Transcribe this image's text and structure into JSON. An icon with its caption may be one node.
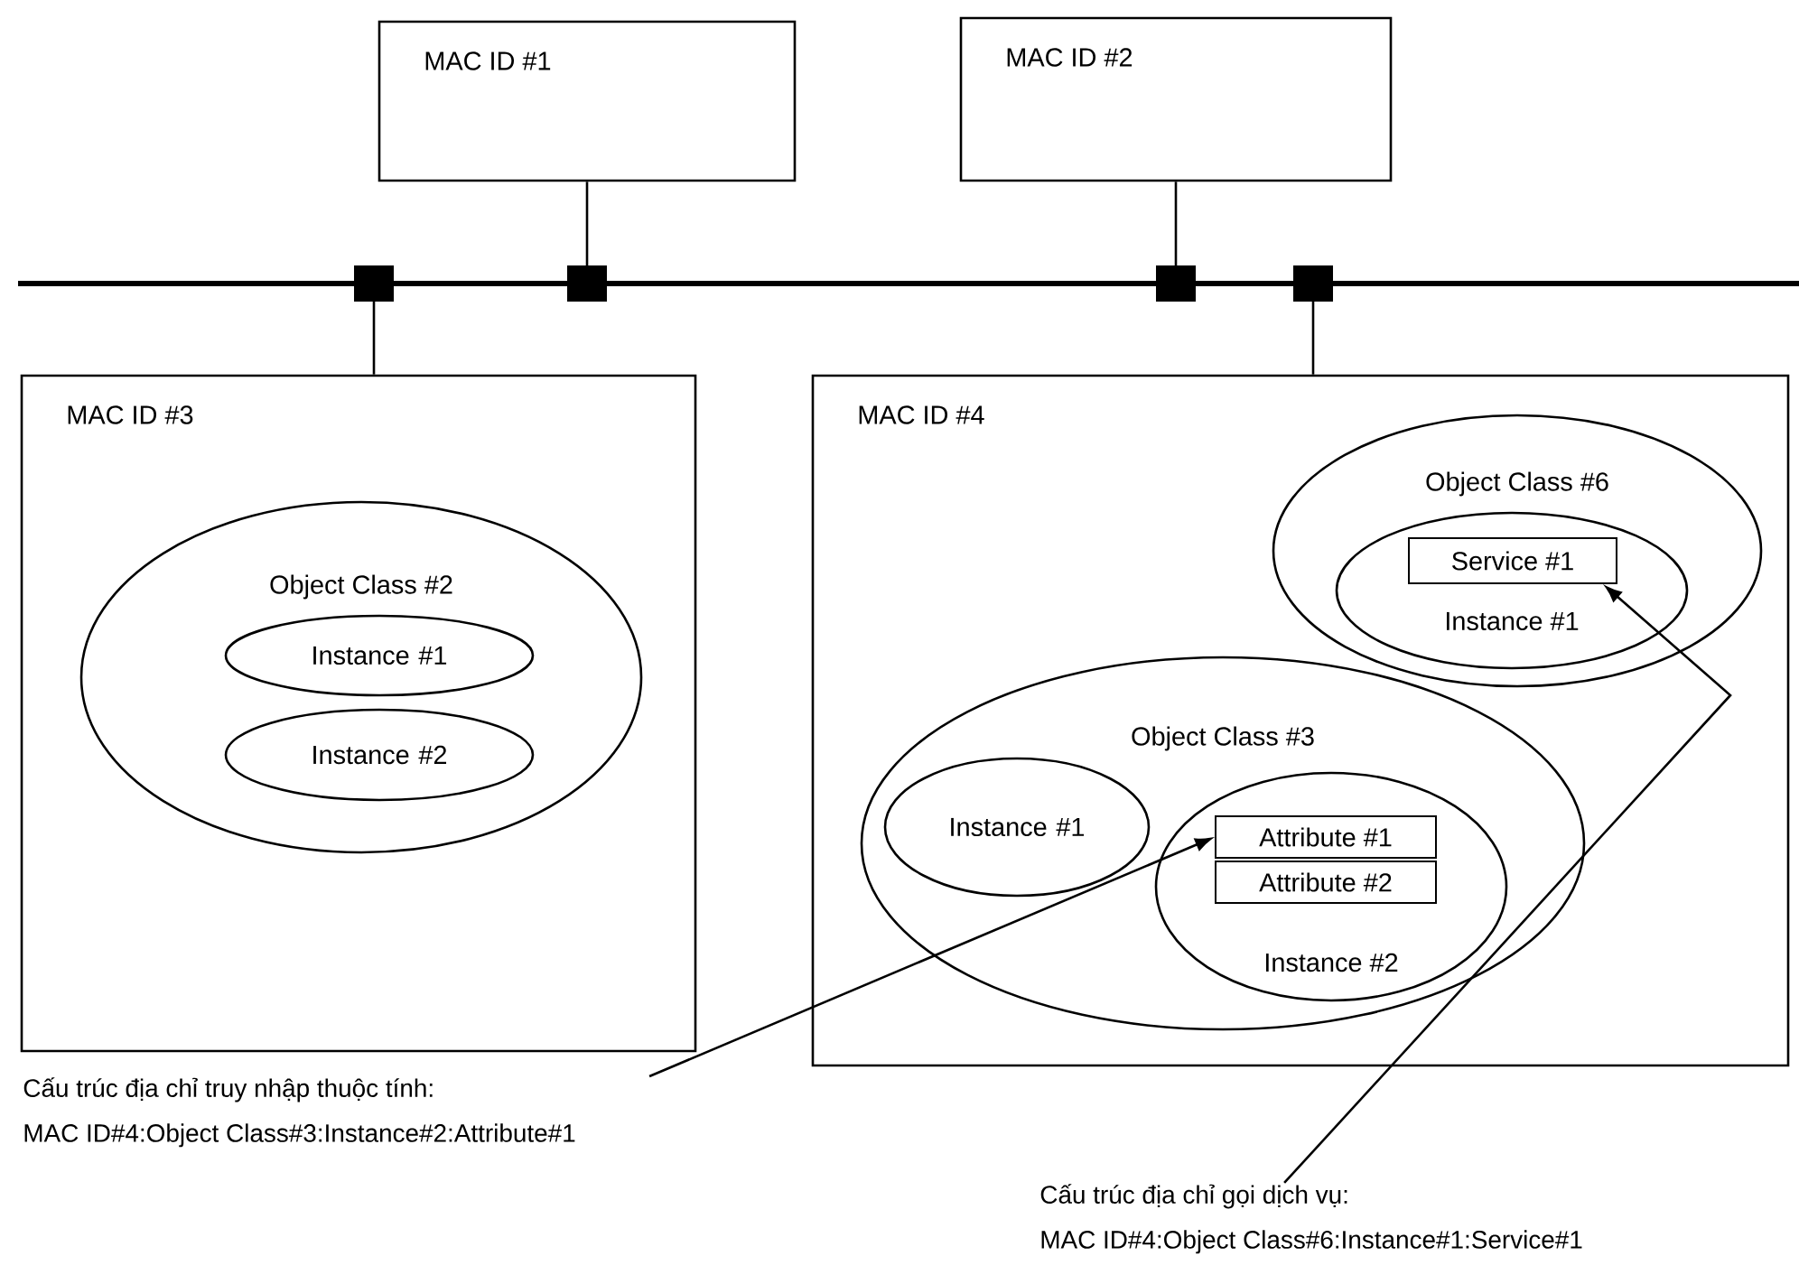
{
  "diagram": {
    "nodes": [
      {
        "text": [
          "MAC ID #1"
        ]
      },
      {
        "text": [
          "MAC ID #2"
        ]
      },
      {
        "text": [],
        "shape": "bar"
      },
      {
        "text": [
          "MAC ID #3"
        ]
      },
      {
        "text": [
          "Object Class #2"
        ],
        "in": 3
      },
      {
        "text": [
          "Instance #1"
        ],
        "in": 4
      },
      {
        "text": [
          "Instance #2"
        ],
        "in": 4
      },
      {
        "text": [
          "MAC ID #4"
        ]
      },
      {
        "text": [
          "Object Class #6"
        ],
        "in": 7
      },
      {
        "text": [
          "Instance #1"
        ],
        "in": 8
      },
      {
        "text": [
          "Service #1"
        ],
        "in": 9
      },
      {
        "text": [
          "Object Class #3"
        ],
        "in": 7
      },
      {
        "text": [
          "Instance #1"
        ],
        "in": 11
      },
      {
        "text": [
          "Instance #2"
        ],
        "in": 11
      },
      {
        "text": [
          "Attribute #1"
        ],
        "in": 13
      },
      {
        "text": [
          "Attribute #2"
        ],
        "in": 13
      },
      {
        "text": [
          "Cấu trúc địa chỉ truy nhập thuộc tính:",
          "MAC ID#4:Object Class#3:Instance#2:Attribute#1"
        ]
      },
      {
        "text": [
          "Cấu trúc địa chỉ gọi dịch vụ:",
          "MAC ID#4:Object Class#6:Instance#1:Service#1"
        ]
      }
    ],
    "edges": [
      {
        "from": 0,
        "to": 2,
        "arrow": "other"
      },
      {
        "from": 1,
        "to": 2,
        "arrow": "other"
      },
      {
        "from": 3,
        "to": 2,
        "arrow": "other"
      },
      {
        "from": 7,
        "to": 2,
        "arrow": "other"
      },
      {
        "from": 16,
        "to": 14,
        "arrow": "to"
      },
      {
        "from": 17,
        "to": 10,
        "arrow": "to"
      }
    ]
  }
}
